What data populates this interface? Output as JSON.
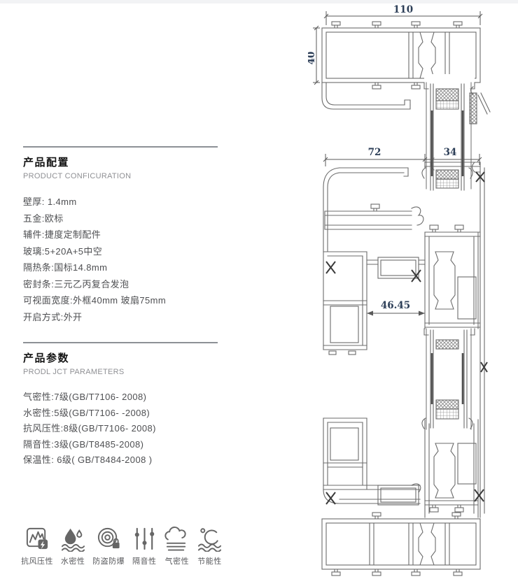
{
  "colors": {
    "line_gray": "#6b6b6b",
    "dim_text_navy": "#2c3e57",
    "title_black": "#141414",
    "body_gray": "#4e4f52",
    "subtitle_gray": "#8f9094",
    "icon_gray": "#666666",
    "divider_gray": "#8d9196"
  },
  "config": {
    "title": "产品配置",
    "subtitle": "PRODUCT CONFICURATION",
    "items": [
      "壁厚: 1.4mm",
      "五金:欧标",
      "辅件:捷度定制配件",
      "玻璃:5+20A+5中空",
      "隔热条:国标14.8mm",
      "密封条:三元乙丙复合发泡",
      "可视面宽度:外框40mm 玻扇75mm",
      "开启方式:外开"
    ]
  },
  "params": {
    "title": "产品参数",
    "subtitle": "PRODL JCT PARAMETERS",
    "items": [
      "气密性:7级(GB/T7106- 2008)",
      "水密性:5级(GB/T7106- -2008)",
      "抗风压性:8级(GB/T7106- 2008)",
      "隔音性:3级(GB/T8485-2008)",
      "保温性: 6级( GB/T8484-2008 )"
    ]
  },
  "features": [
    {
      "label": "抗风压性",
      "icon": "wind-pressure-icon"
    },
    {
      "label": "水密性",
      "icon": "water-tightness-icon"
    },
    {
      "label": "防盗防爆",
      "icon": "anti-theft-icon"
    },
    {
      "label": "隔音性",
      "icon": "sound-insulation-icon"
    },
    {
      "label": "气密性",
      "icon": "air-tightness-icon"
    },
    {
      "label": "节能性",
      "icon": "energy-saving-icon"
    }
  ],
  "drawing": {
    "description": "aluminum window profile cross-section (CAD)",
    "dims": {
      "top_width": "110",
      "frame_height": "40",
      "mid_left": "72",
      "mid_right": "34",
      "center_gap": "46.45"
    }
  }
}
